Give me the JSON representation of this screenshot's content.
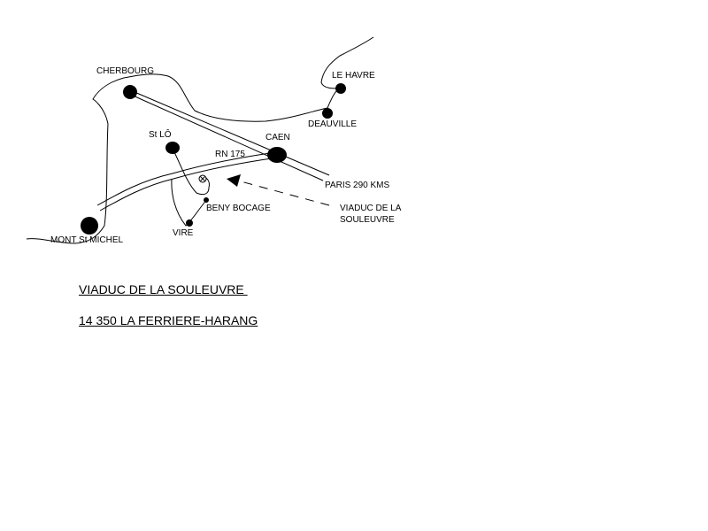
{
  "colors": {
    "ink": "#000000",
    "background": "#ffffff"
  },
  "map": {
    "places": {
      "cherbourg": "CHERBOURG",
      "le_havre": "LE HAVRE",
      "deauville": "DEAUVILLE",
      "st_lo": "St LÔ",
      "caen": "CAEN",
      "rn175": "RN 175",
      "paris": "PARIS 290 KMS",
      "beny_bocage": "BENY BOCAGE",
      "vire": "VIRE",
      "mont_st_michel": "MONT St MICHEL"
    },
    "viaduct_label": {
      "line1": "VIADUC DE LA",
      "line2": "SOULEUVRE"
    },
    "viaduct_marker_icon": "viaduct-location-marker"
  },
  "caption": {
    "title": "VIADUC DE LA SOULEUVRE ",
    "address": "14 350 LA FERRIERE-HARANG"
  }
}
